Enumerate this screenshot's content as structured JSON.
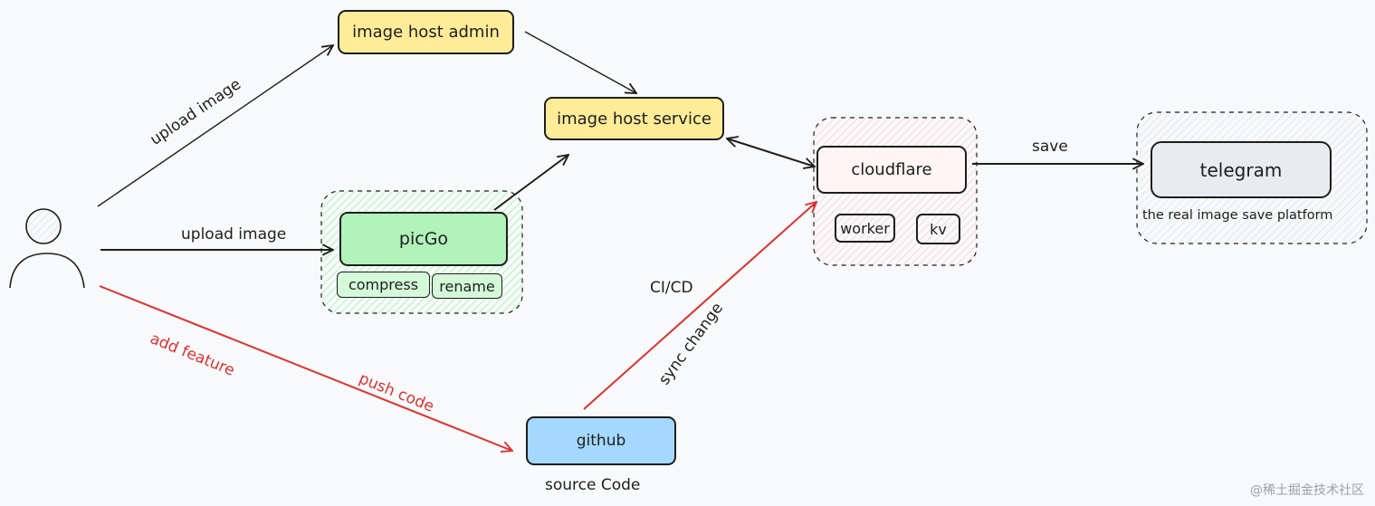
{
  "nodes": {
    "image_host_admin": "image host admin",
    "image_host_service": "image host service",
    "picgo": "picGo",
    "compress": "compress",
    "rename": "rename",
    "cloudflare": "cloudflare",
    "worker": "worker",
    "kv": "kv",
    "telegram": "telegram",
    "github": "github"
  },
  "labels": {
    "upload_image_diagonal": "upload image",
    "upload_image_straight": "upload image",
    "add_feature": "add feature",
    "push_code": "push code",
    "ci_cd": "CI/CD",
    "sync_change": "sync change",
    "save": "save",
    "telegram_caption": "the real image save platform",
    "github_caption": "source Code"
  },
  "watermark": "@稀土掘金技术社区",
  "colors": {
    "yellow": "#ffec99",
    "green": "#b2f2bb",
    "green_group": "#ebfbee",
    "blue": "#a5d8ff",
    "red_line": "#e03131",
    "red_hatch": "#ffc9c9",
    "gray_node": "#e9ecef",
    "stroke": "#1e1e1e"
  }
}
